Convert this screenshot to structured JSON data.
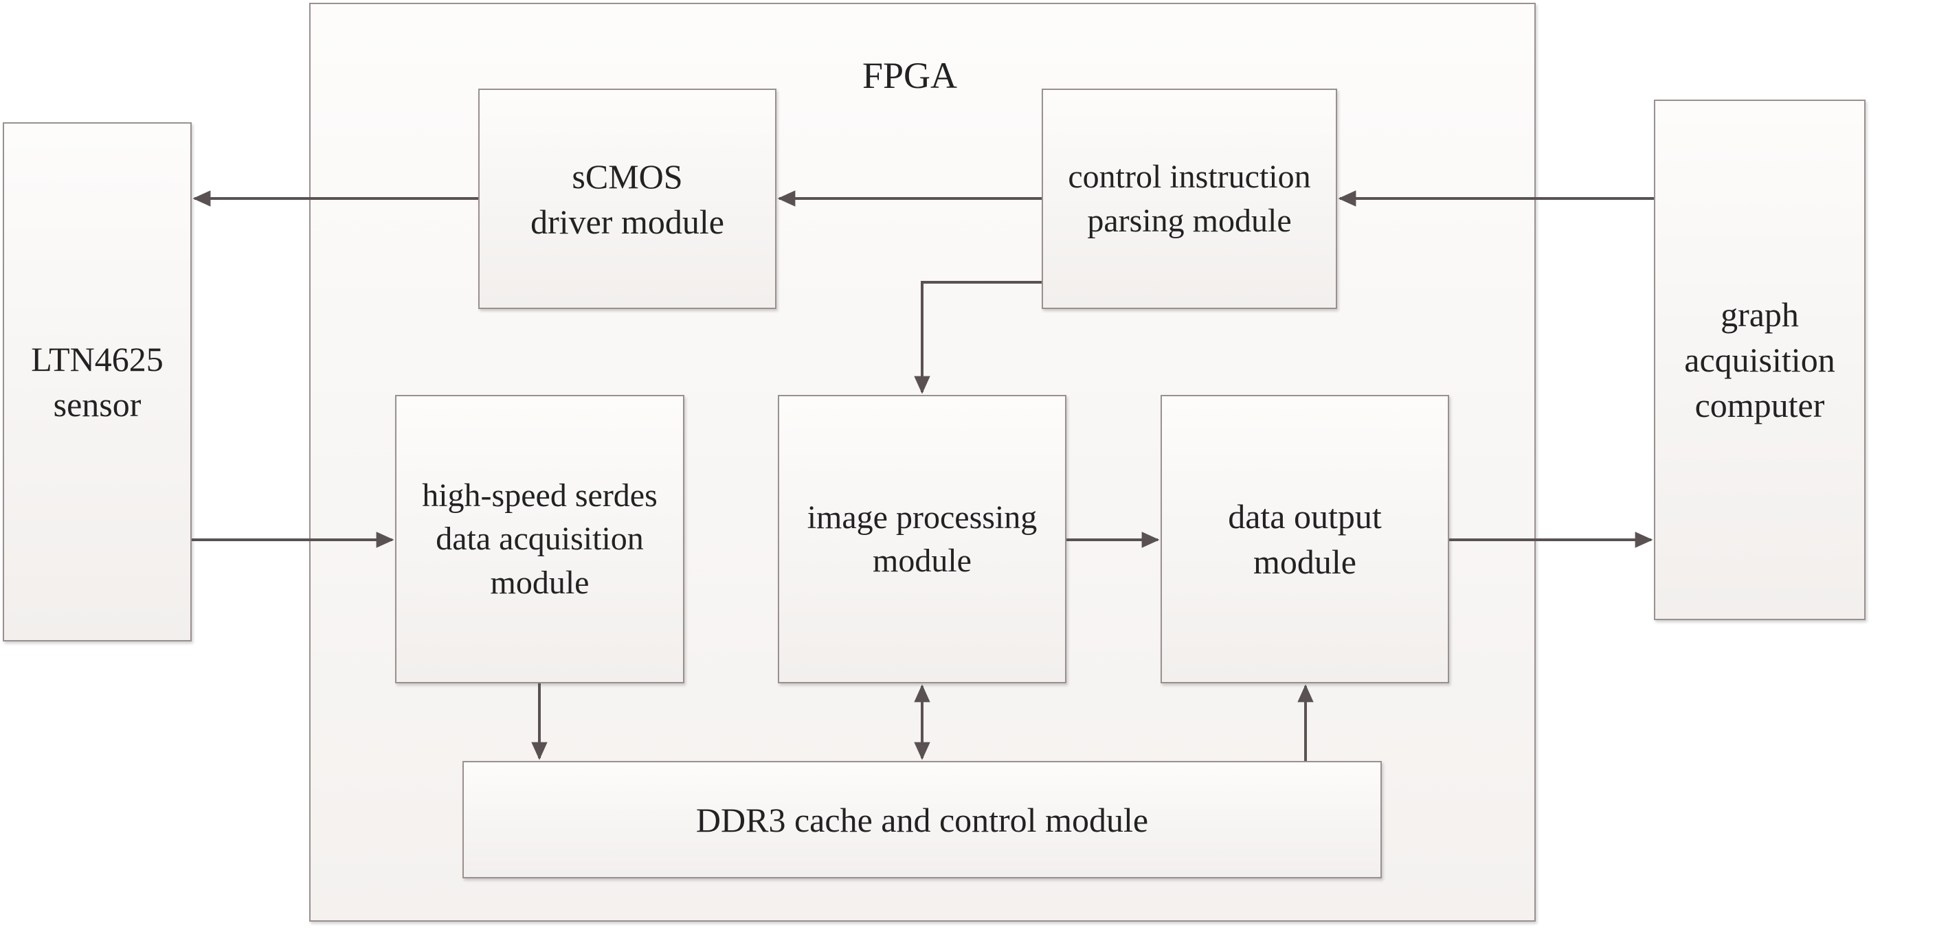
{
  "fpga": {
    "title": "FPGA"
  },
  "blocks": {
    "sensor": "LTN4625\nsensor",
    "computer": "graph\nacquisition\ncomputer",
    "scmos_driver": "sCMOS\ndriver module",
    "control_parser": "control instruction\nparsing module",
    "serdes": "high-speed serdes\ndata acquisition\nmodule",
    "image_processing": "image processing\nmodule",
    "data_output": "data output\nmodule",
    "ddr3": "DDR3 cache and control module"
  },
  "colors": {
    "border": "#9a9090",
    "arrow": "#5a5252",
    "fill_top": "#fdfcfb",
    "fill_bottom": "#f2efed"
  }
}
